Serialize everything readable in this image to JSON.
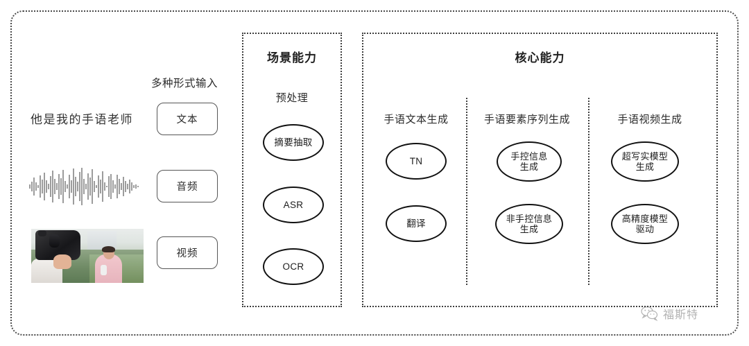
{
  "diagram": {
    "input_section": {
      "header_label": "多种形式输入",
      "sample_text": "他是我的手语老师",
      "waveform_name": "audio-waveform",
      "video_thumbnail_name": "video-thumbnail",
      "chips": [
        {
          "label": "文本"
        },
        {
          "label": "音频"
        },
        {
          "label": "视频"
        }
      ]
    },
    "scene_panel": {
      "title": "场景能力",
      "group_title": "预处理",
      "nodes": [
        {
          "label": "摘要抽取"
        },
        {
          "label": "ASR"
        },
        {
          "label": "OCR"
        }
      ]
    },
    "core_panel": {
      "title": "核心能力",
      "columns": [
        {
          "title": "手语文本生成",
          "nodes": [
            {
              "label": "TN"
            },
            {
              "label": "翻译"
            }
          ]
        },
        {
          "title": "手语要素序列生成",
          "nodes": [
            {
              "label": "手控信息\n生成"
            },
            {
              "label": "非手控信息\n生成"
            }
          ]
        },
        {
          "title": "手语视频生成",
          "nodes": [
            {
              "label": "超写实模型\n生成"
            },
            {
              "label": "高精度模型\n驱动"
            }
          ]
        }
      ]
    },
    "watermark": {
      "text": "福斯特",
      "icon_name": "wechat-icon"
    },
    "colors": {
      "background": "#ffffff",
      "border_dotted": "#3d3d3d",
      "node_border": "#111111",
      "text_primary": "#2b2b2b",
      "chip_border": "#555555"
    }
  }
}
